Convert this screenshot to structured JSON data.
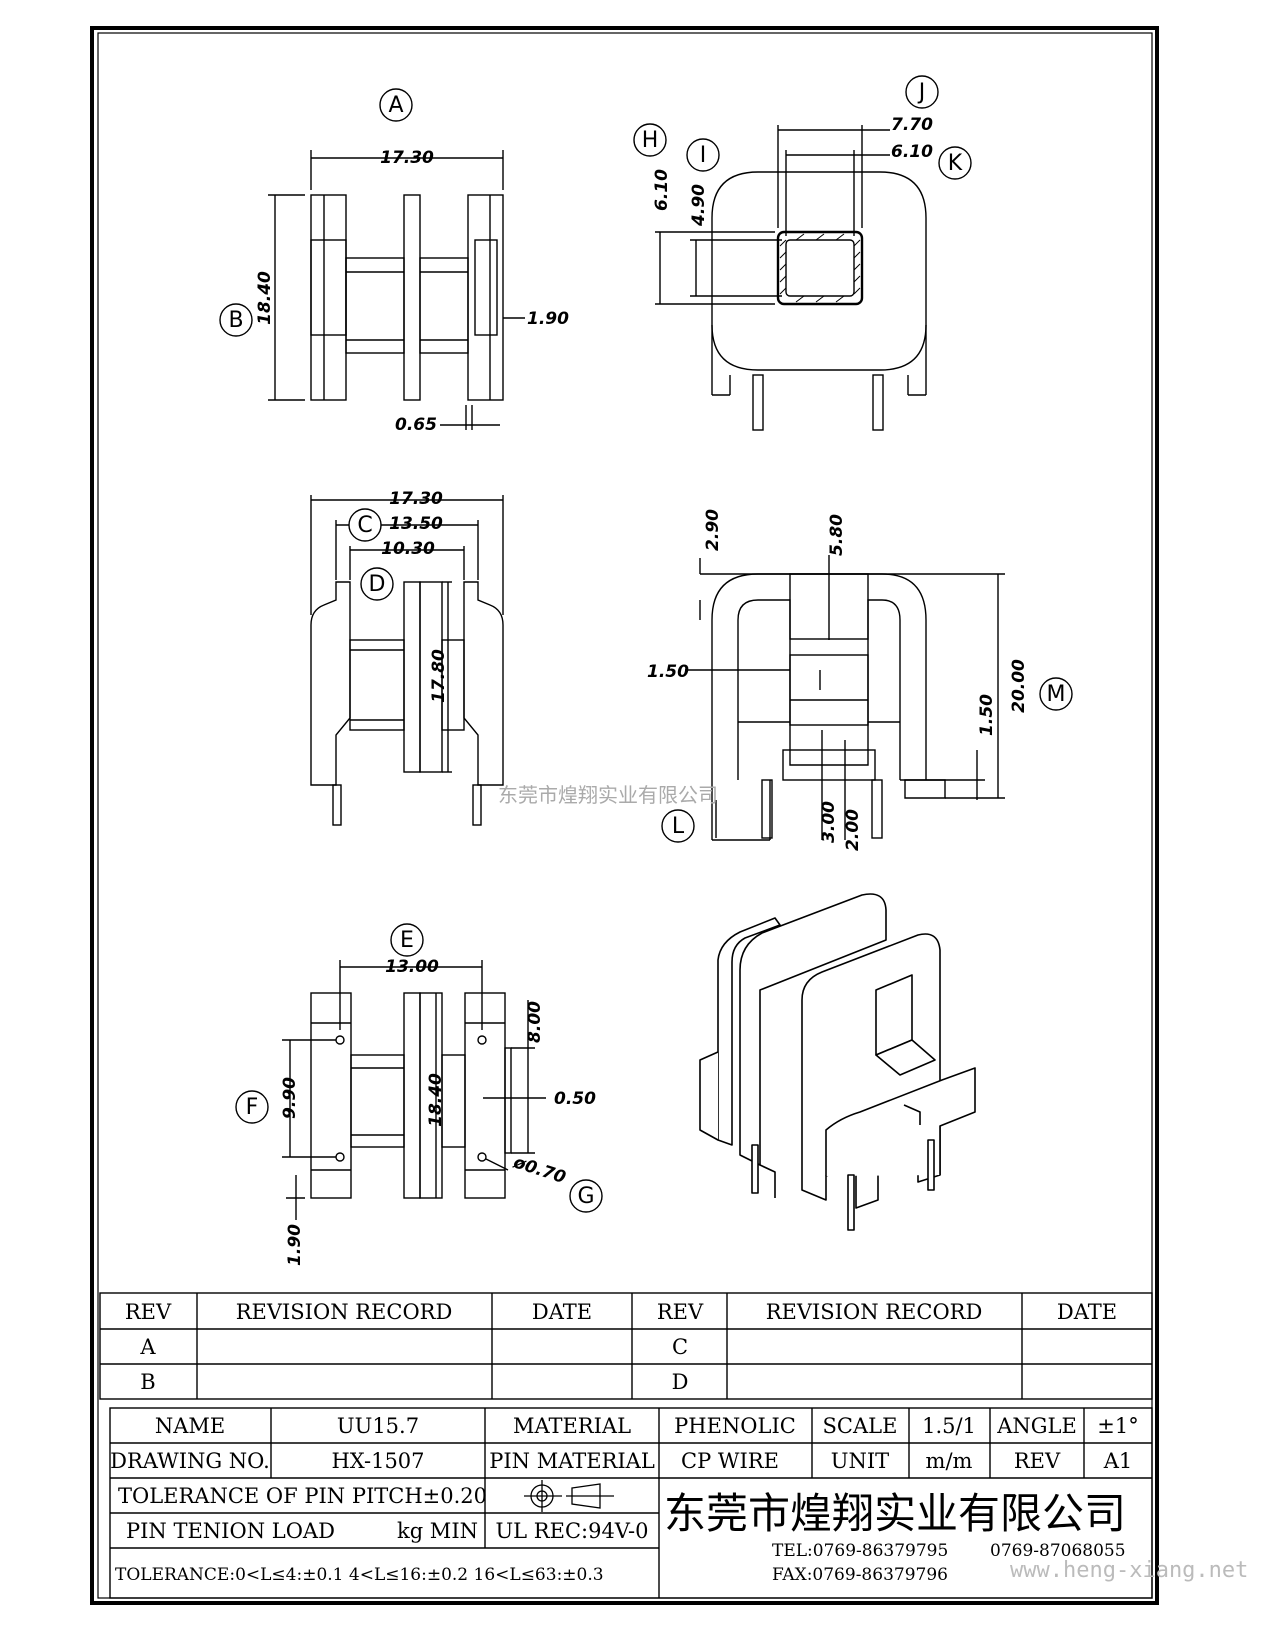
{
  "view_labels": {
    "A": "A",
    "B": "B",
    "C": "C",
    "D": "D",
    "E": "E",
    "F": "F",
    "G": "G",
    "H": "H",
    "I": "I",
    "J": "J",
    "K": "K",
    "L": "L",
    "M": "M"
  },
  "dimensions": {
    "a_width": "17.30",
    "b_height": "18.40",
    "a_slot": "1.90",
    "a_gap": "0.65",
    "j_outer": "7.70",
    "k_inner": "6.10",
    "h_outer": "6.10",
    "i_inner": "4.90",
    "c_width": "17.30",
    "c_mid": "13.50",
    "d_inner": "10.30",
    "d_height": "17.80",
    "side_top": "2.90",
    "side_slot": "5.80",
    "side_left": "1.50",
    "m_height": "20.00",
    "side_right": "1.50",
    "side_pin": "3.00",
    "side_pin2": "2.00",
    "e_pitch": "13.00",
    "f_pitch": "9.90",
    "e_height": "18.40",
    "e_slot": "8.00",
    "e_thk": "0.50",
    "g_hole": "ø0.70",
    "f_bottom": "1.90"
  },
  "watermark": "东莞市煌翔实业有限公司",
  "website": "www.heng-xiang.net",
  "revision_table": {
    "headers": [
      "REV",
      "REVISION RECORD",
      "DATE",
      "REV",
      "REVISION RECORD",
      "DATE"
    ],
    "rows": [
      [
        "A",
        "",
        "",
        "C",
        "",
        ""
      ],
      [
        "B",
        "",
        "",
        "D",
        "",
        ""
      ]
    ]
  },
  "title_block": {
    "name_label": "NAME",
    "name_value": "UU15.7",
    "material_label": "MATERIAL",
    "material_value": "PHENOLIC",
    "scale_label": "SCALE",
    "scale_value": "1.5/1",
    "angle_label": "ANGLE",
    "angle_value": "±1°",
    "drawing_no_label": "DRAWING NO.",
    "drawing_no_value": "HX-1507",
    "pin_material_label": "PIN MATERIAL",
    "pin_material_value": "CP WIRE",
    "unit_label": "UNIT",
    "unit_value": "m/m",
    "rev_label": "REV",
    "rev_value": "A1",
    "tolerance_pitch": "TOLERANCE OF PIN PITCH±0.20",
    "pin_load_label": "PIN TENION LOAD",
    "pin_load_unit": "kg MIN",
    "ul_rec": "UL REC:94V-0",
    "tolerance": "TOLERANCE:0<L≤4:±0.1  4<L≤16:±0.2  16<L≤63:±0.3",
    "company": "东莞市煌翔实业有限公司",
    "tel": "TEL:0769-86379795",
    "tel2": "0769-87068055",
    "fax": "FAX:0769-86379796"
  }
}
